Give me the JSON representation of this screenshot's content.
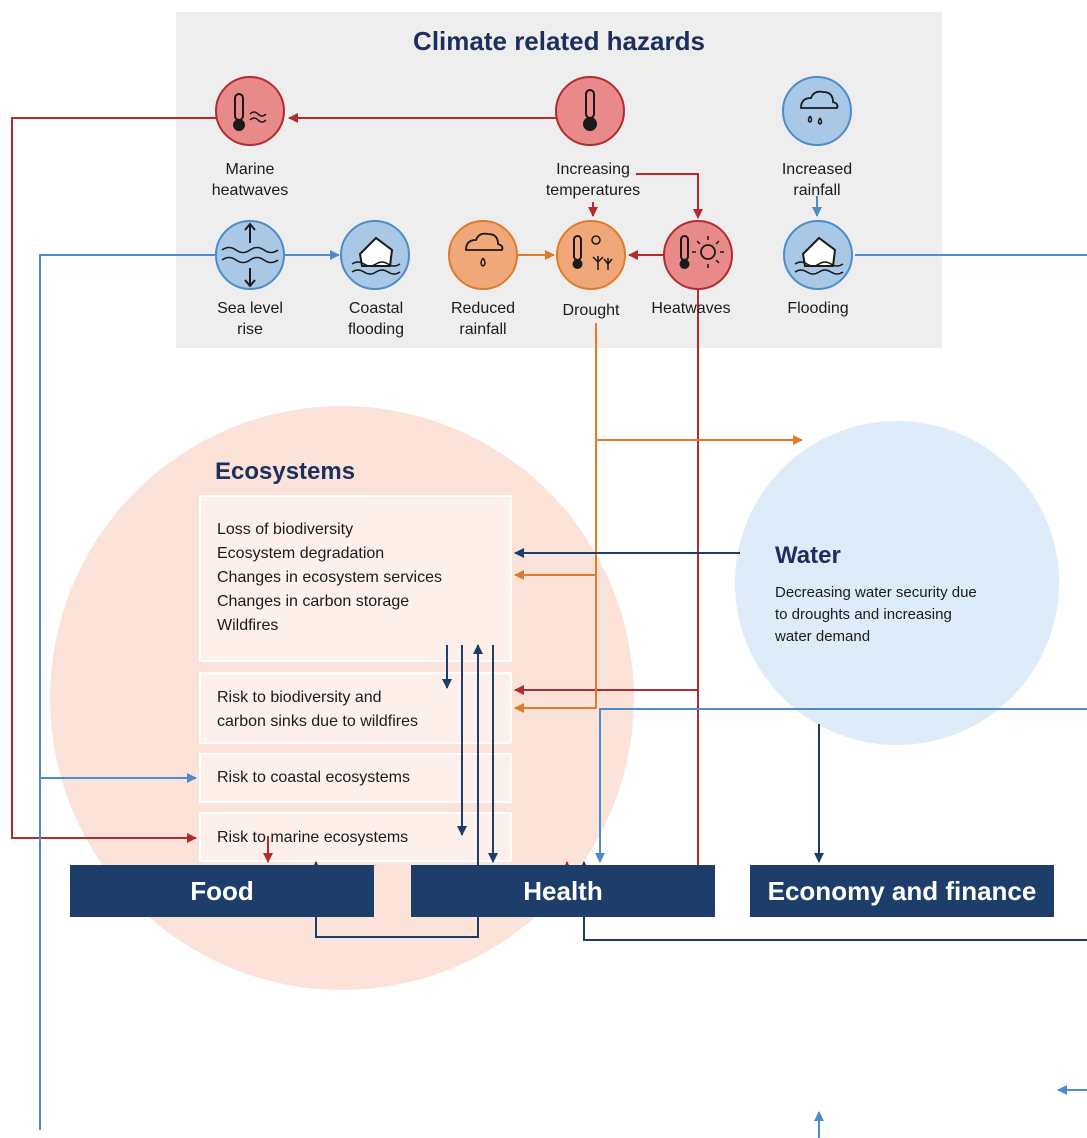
{
  "hazards": {
    "title": "Climate related hazards",
    "items": [
      {
        "id": "marine-heatwaves",
        "label": "Marine heatwaves",
        "icon": "thermometer-waves-icon",
        "color": "#e88a8a"
      },
      {
        "id": "increasing-temperatures",
        "label": "Increasing temperatures",
        "icon": "thermometer-icon",
        "color": "#e88a8a"
      },
      {
        "id": "increased-rainfall",
        "label": "Increased rainfall",
        "icon": "cloud-rain-icon",
        "color": "#a9c8e6"
      },
      {
        "id": "sea-level-rise",
        "label": "Sea level rise",
        "icon": "sea-level-icon",
        "color": "#a9c8e6"
      },
      {
        "id": "coastal-flooding",
        "label": "Coastal flooding",
        "icon": "flooded-house-icon",
        "color": "#a9c8e6"
      },
      {
        "id": "reduced-rainfall",
        "label": "Reduced rainfall",
        "icon": "cloud-drop-icon",
        "color": "#f0a77a"
      },
      {
        "id": "drought",
        "label": "Drought",
        "icon": "drought-icon",
        "color": "#f0a77a"
      },
      {
        "id": "heatwaves",
        "label": "Heatwaves",
        "icon": "thermometer-sun-icon",
        "color": "#e88a8a"
      },
      {
        "id": "flooding",
        "label": "Flooding",
        "icon": "flooded-house-icon",
        "color": "#a9c8e6"
      }
    ]
  },
  "ecosystems": {
    "title": "Ecosystems",
    "impacts": [
      "Loss of biodiversity",
      "Ecosystem degradation",
      "Changes in ecosystem services",
      "Changes in carbon storage",
      "Wildfires"
    ],
    "risk_wildfires": [
      "Risk to biodiversity and",
      "carbon sinks due to wildfires"
    ],
    "risk_coastal": "Risk to coastal ecosystems",
    "risk_marine": "Risk to marine ecosystems"
  },
  "water": {
    "title": "Water",
    "description": [
      "Decreasing water security due",
      "to droughts and increasing",
      "water demand"
    ]
  },
  "sectors": {
    "food": "Food",
    "health": "Health",
    "economy": "Economy and finance"
  },
  "colors": {
    "red": "#b42b2f",
    "orange": "#e07a2c",
    "light_blue": "#4a8ccc",
    "dark_blue": "#1d3d6a",
    "panel": "#eeeeee",
    "eco_circle": "#fce3da",
    "water_circle": "#deecf9",
    "sector_box": "#1d3d6a"
  }
}
